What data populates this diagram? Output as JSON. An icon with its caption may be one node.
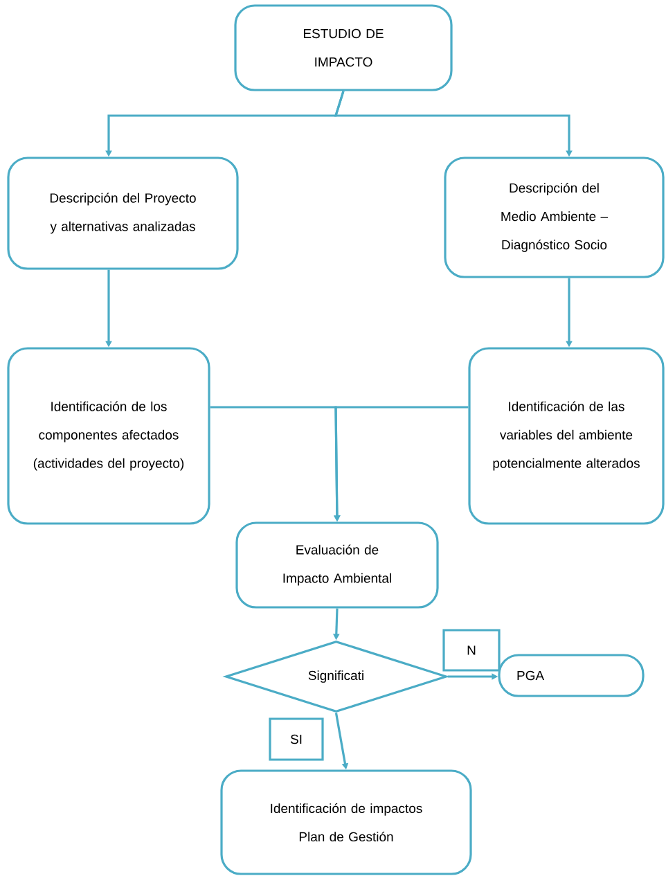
{
  "diagram": {
    "nodes": [
      {
        "text": [
          "ESTUDIO DE IMPACTO"
        ]
      },
      {
        "text": [
          "Descripción del Proyecto y alternativas analizadas"
        ]
      },
      {
        "text": [
          "Descripción del Medio Ambiente – Diagnóstico Socio"
        ]
      },
      {
        "text": [
          "Identificación de los componentes afectados (actividades del proyecto)"
        ]
      },
      {
        "text": [
          "Identificación de las variables del ambiente potencialmente alterados"
        ]
      },
      {
        "text": [
          "Evaluación de Impacto Ambiental"
        ]
      },
      {
        "text": [
          "Significati"
        ]
      },
      {
        "text": [
          "N"
        ]
      },
      {
        "text": [
          "PGA"
        ]
      },
      {
        "text": [
          "SI"
        ]
      },
      {
        "text": [
          "Identificación de impactos",
          "Plan de Gestión"
        ]
      }
    ],
    "edges": [
      {
        "from": 0,
        "to": 1,
        "arrow": "to"
      },
      {
        "from": 0,
        "to": 2,
        "arrow": "to"
      },
      {
        "from": 1,
        "to": 3,
        "arrow": "to"
      },
      {
        "from": 2,
        "to": 4,
        "arrow": "to"
      },
      {
        "from": 3,
        "to": 5,
        "arrow": "to"
      },
      {
        "from": 4,
        "to": 5,
        "arrow": "to"
      },
      {
        "from": 5,
        "to": 6,
        "arrow": "to"
      },
      {
        "from": 6,
        "to": 8,
        "arrow": "to"
      },
      {
        "from": 6,
        "to": 10,
        "arrow": "to"
      }
    ]
  }
}
